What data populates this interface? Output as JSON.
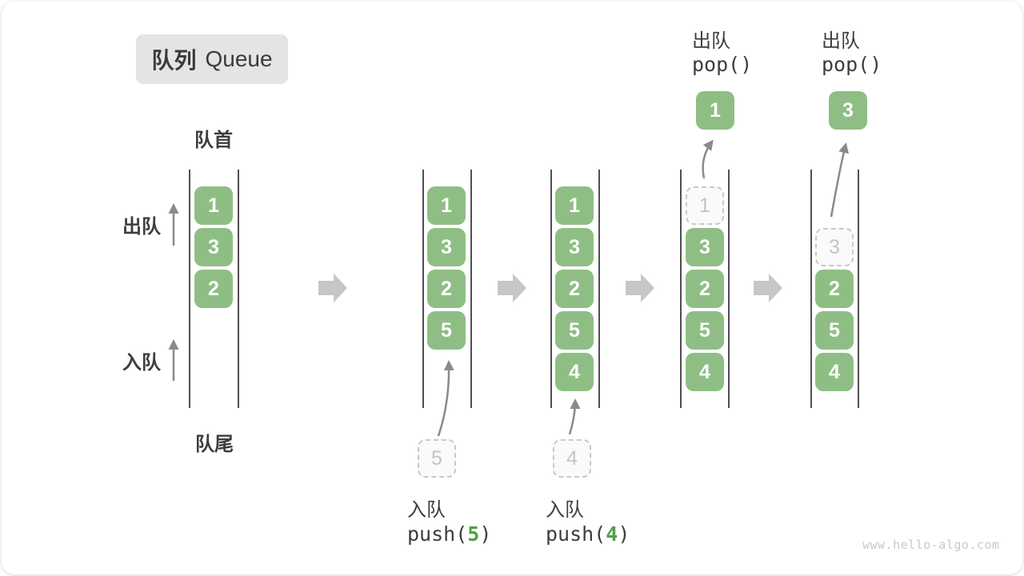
{
  "title": {
    "zh": "队列",
    "en": "Queue"
  },
  "labels": {
    "front": "队首",
    "rear": "队尾",
    "dequeue_side": "出队",
    "enqueue_side": "入队"
  },
  "operations": {
    "push5": {
      "action": "入队",
      "code_pre": "push(",
      "code_arg": "5",
      "code_post": ")"
    },
    "push4": {
      "action": "入队",
      "code_pre": "push(",
      "code_arg": "4",
      "code_post": ")"
    },
    "pop1": {
      "action": "出队",
      "code": "pop()"
    },
    "pop3": {
      "action": "出队",
      "code": "pop()"
    }
  },
  "queues": [
    {
      "state": "initial",
      "cells": {
        "s1": "1",
        "s2": "3",
        "s3": "2"
      }
    },
    {
      "state": "after-push5",
      "cells": {
        "s1": "1",
        "s2": "3",
        "s3": "2",
        "s4": "5"
      },
      "incoming": "5"
    },
    {
      "state": "after-push4",
      "cells": {
        "s1": "1",
        "s2": "3",
        "s3": "2",
        "s4": "5",
        "s5": "4"
      },
      "incoming": "4"
    },
    {
      "state": "pop-1",
      "cells": {
        "s2": "3",
        "s3": "2",
        "s4": "5",
        "s5": "4"
      },
      "ghost": "1",
      "popped": "1"
    },
    {
      "state": "pop-3",
      "cells": {
        "s3": "2",
        "s4": "5",
        "s5": "4"
      },
      "ghost": "3",
      "popped": "3"
    }
  ],
  "watermark": "www.hello-algo.com",
  "colors": {
    "box_green": "#8FBE85",
    "box_text": "#FFFFFF",
    "code_arg_green": "#4FA04A",
    "text_dark": "#3D3D3D",
    "thin_arrow_gray": "#8A8A8A",
    "block_arrow_gray": "#C6C6C6",
    "badge_bg": "#E4E4E4",
    "ghost_border": "#C9C9C9",
    "ghost_bg": "#FAFAFA",
    "ghost_text": "#C4C4C4",
    "queue_line": "#4F4F4F",
    "watermark_gray": "#C9C9C9"
  }
}
